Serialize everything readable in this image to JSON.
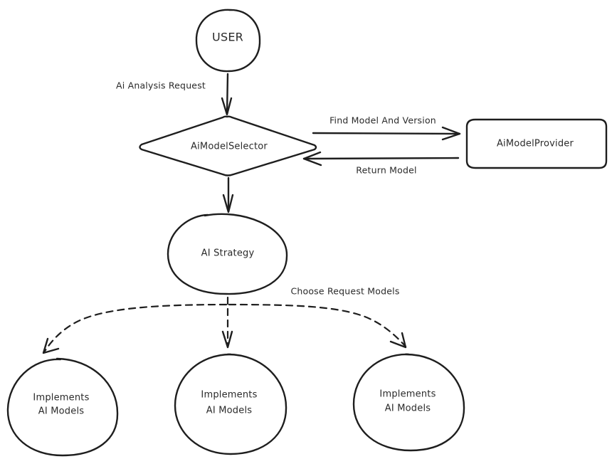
{
  "diagram": {
    "nodes": {
      "user": {
        "label": "USER",
        "shape": "circle"
      },
      "selector": {
        "label": "AiModelSelector",
        "shape": "diamond"
      },
      "provider": {
        "label": "AiModelProvider",
        "shape": "rounded-rectangle"
      },
      "strategy": {
        "label": "AI Strategy",
        "shape": "ellipse"
      },
      "impl_left": {
        "line1": "Implements",
        "line2": "AI Models",
        "shape": "circle"
      },
      "impl_center": {
        "line1": "Implements",
        "line2": "AI Models",
        "shape": "circle"
      },
      "impl_right": {
        "line1": "Implements",
        "line2": "AI Models",
        "shape": "circle"
      }
    },
    "edges": {
      "user_to_selector": {
        "label": "Ai Analysis Request",
        "style": "solid"
      },
      "selector_to_provider": {
        "label": "Find Model And Version",
        "style": "solid"
      },
      "provider_to_selector": {
        "label": "Return Model",
        "style": "solid"
      },
      "selector_to_strategy": {
        "label": "",
        "style": "solid"
      },
      "strategy_to_impls": {
        "label": "Choose Request Models",
        "style": "dashed"
      }
    },
    "stroke_color": "#1e1e1e",
    "background_color": "#ffffff"
  }
}
